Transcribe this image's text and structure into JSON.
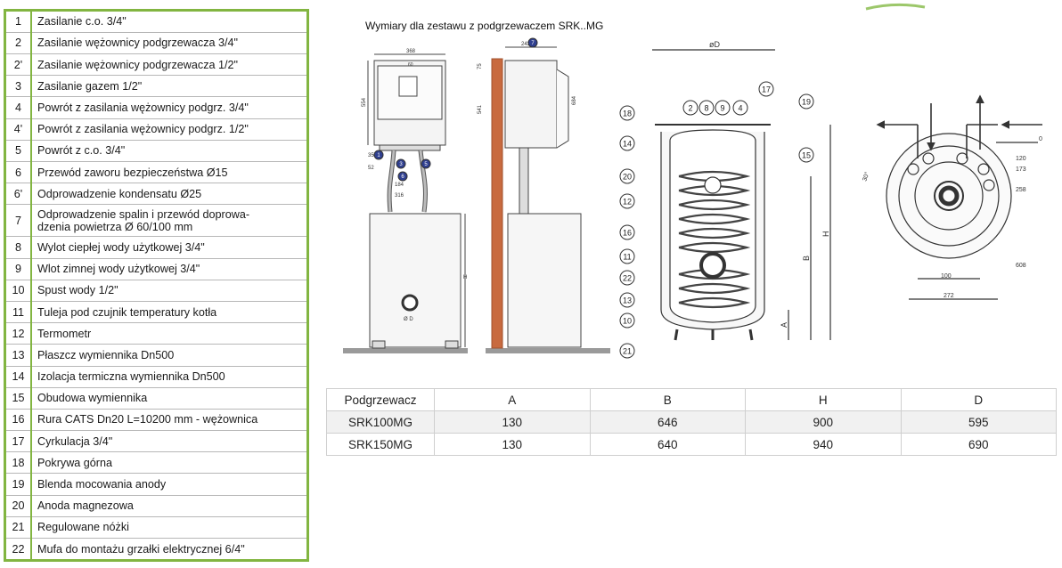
{
  "legend": [
    {
      "num": "1",
      "text": "Zasilanie c.o. 3/4\""
    },
    {
      "num": "2",
      "text": "Zasilanie wężownicy podgrzewacza 3/4\""
    },
    {
      "num": "2'",
      "text": "Zasilanie wężownicy podgrzewacza 1/2\""
    },
    {
      "num": "3",
      "text": "Zasilanie gazem 1/2\""
    },
    {
      "num": "4",
      "text": "Powrót z zasilania wężownicy podgrz. 3/4\""
    },
    {
      "num": "4'",
      "text": "Powrót z zasilania wężownicy podgrz. 1/2\""
    },
    {
      "num": "5",
      "text": "Powrót z c.o. 3/4\""
    },
    {
      "num": "6",
      "text": "Przewód zaworu bezpieczeństwa Ø15"
    },
    {
      "num": "6'",
      "text": "Odprowadzenie kondensatu Ø25"
    },
    {
      "num": "7",
      "text": "Odprowadzenie spalin i przewód doprowadzenia powietrza Ø 60/100 mm"
    },
    {
      "num": "8",
      "text": "Wylot ciepłej wody użytkowej 3/4\""
    },
    {
      "num": "9",
      "text": "Wlot zimnej wody użytkowej 3/4\""
    },
    {
      "num": "10",
      "text": "Spust wody 1/2\""
    },
    {
      "num": "11",
      "text": "Tuleja pod czujnik temperatury kotła"
    },
    {
      "num": "12",
      "text": "Termometr"
    },
    {
      "num": "13",
      "text": "Płaszcz wymiennika Dn500"
    },
    {
      "num": "14",
      "text": "Izolacja termiczna wymiennika Dn500"
    },
    {
      "num": "15",
      "text": "Obudowa wymiennika"
    },
    {
      "num": "16",
      "text": "Rura CATS Dn20 L=10200 mm - wężownica"
    },
    {
      "num": "17",
      "text": "Cyrkulacja 3/4\""
    },
    {
      "num": "18",
      "text": "Pokrywa górna"
    },
    {
      "num": "19",
      "text": "Blenda mocowania anody"
    },
    {
      "num": "20",
      "text": "Anoda magnezowa"
    },
    {
      "num": "21",
      "text": "Regulowane nóżki"
    },
    {
      "num": "22",
      "text": "Mufa do montażu grzałki elektrycznej 6/4\""
    }
  ],
  "legend_row7_lines": [
    "Odprowadzenie spalin i przewód doprowa-",
    "dzenia powietrza Ø 60/100 mm"
  ],
  "drawing": {
    "caption": "Wymiary dla zestawu z podgrzewaczem SRK..MG",
    "dim_labels": {
      "d368": "368",
      "d60": "60",
      "d554": "554",
      "d35": "35",
      "d52": "52",
      "d184": "184",
      "d316": "316",
      "d243": "243",
      "d75": "75",
      "d541": "541",
      "d684": "684",
      "H": "H",
      "oD": "øD",
      "B": "B",
      "A": "A",
      "d120": "120",
      "d173": "173",
      "d258": "258",
      "d0": "0",
      "d608": "608",
      "d100": "100",
      "d272": "272",
      "d30": "30°",
      "phiD": "Ø D"
    },
    "callouts": [
      "1",
      "2",
      "3",
      "4",
      "5",
      "6",
      "7",
      "8",
      "9",
      "10",
      "11",
      "12",
      "13",
      "14",
      "15",
      "16",
      "17",
      "18",
      "19",
      "20",
      "21",
      "22"
    ]
  },
  "dims_table": {
    "headers": [
      "Podgrzewacz",
      "A",
      "B",
      "H",
      "D"
    ],
    "rows": [
      [
        "SRK100MG",
        "130",
        "646",
        "900",
        "595"
      ],
      [
        "SRK150MG",
        "130",
        "640",
        "940",
        "690"
      ]
    ]
  },
  "colors": {
    "legend_border": "#82b541",
    "line": "#333333",
    "callout_blue": "#2f3f8f",
    "wall": "#c86a3f"
  }
}
